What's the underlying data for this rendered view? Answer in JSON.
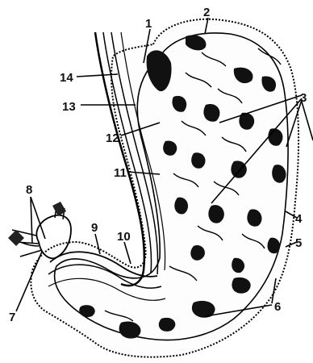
{
  "labels": [
    "1",
    "2",
    "3",
    "4",
    "5",
    "6",
    "7",
    "8",
    "9",
    "10",
    "11",
    "12",
    "13",
    "14"
  ]
}
